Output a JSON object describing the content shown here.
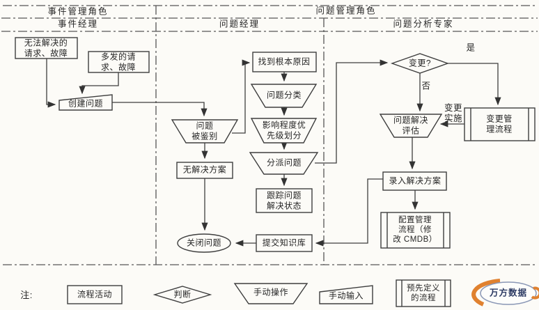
{
  "colors": {
    "ink": "#3e3e3e",
    "paper": "#fcfbf7",
    "logo_orange": "#e0812f",
    "logo_navy": "#2c3a63"
  },
  "lanes": {
    "band1": [
      {
        "label": "事件管理角色"
      },
      {
        "label": "问题管理角色"
      }
    ],
    "band2": [
      {
        "label": "事件经理"
      },
      {
        "label": "问题经理"
      },
      {
        "label": "问题分析专家"
      }
    ]
  },
  "nodes": [
    {
      "id": "unresolved-requests",
      "type": "process",
      "label": "无法解决的\n请求、故障"
    },
    {
      "id": "frequent-requests",
      "type": "process",
      "label": "多发的请\n求、故障"
    },
    {
      "id": "create-problem",
      "type": "manual-input",
      "label": "创建问题"
    },
    {
      "id": "problem-identified",
      "type": "manual-operation",
      "label": "问题\n被鉴别"
    },
    {
      "id": "no-solution",
      "type": "process",
      "label": "无解决方案"
    },
    {
      "id": "close-problem",
      "type": "terminator",
      "label": "关闭问题"
    },
    {
      "id": "root-cause-found",
      "type": "process",
      "label": "找到根本原因"
    },
    {
      "id": "classify-problem",
      "type": "manual-operation",
      "label": "问题分类"
    },
    {
      "id": "impact-priority",
      "type": "manual-operation",
      "label": "影响程度优\n先级划分"
    },
    {
      "id": "dispatch-problem",
      "type": "manual-operation",
      "label": "分派问题"
    },
    {
      "id": "track-status",
      "type": "process",
      "label": "跟踪问题\n解决状态"
    },
    {
      "id": "submit-knowledge-base",
      "type": "process",
      "label": "提交知识库"
    },
    {
      "id": "change-decision",
      "type": "decision",
      "label": "变更?"
    },
    {
      "id": "evaluate-resolution",
      "type": "manual-operation",
      "label": "问题解决\n评估"
    },
    {
      "id": "change-mgmt-process",
      "type": "predefined-process",
      "label": "变更管\n理流程"
    },
    {
      "id": "record-solution",
      "type": "process",
      "label": "录入解决方案"
    },
    {
      "id": "config-mgmt-process",
      "type": "predefined-process",
      "label": "配置管理\n流程（修\n改 CMDB）"
    }
  ],
  "edge_labels": {
    "yes": "是",
    "no": "否",
    "change_impl": "变更\n实施"
  },
  "legend": {
    "note": "注:",
    "items": [
      {
        "type": "process",
        "label": "流程活动"
      },
      {
        "type": "decision",
        "label": "判断"
      },
      {
        "type": "manual-operation",
        "label": "手动操作"
      },
      {
        "type": "manual-input",
        "label": "手动输入"
      },
      {
        "type": "predefined-process",
        "label": "预先定义\n的流程"
      }
    ]
  },
  "watermark": {
    "text": "万方数据"
  }
}
